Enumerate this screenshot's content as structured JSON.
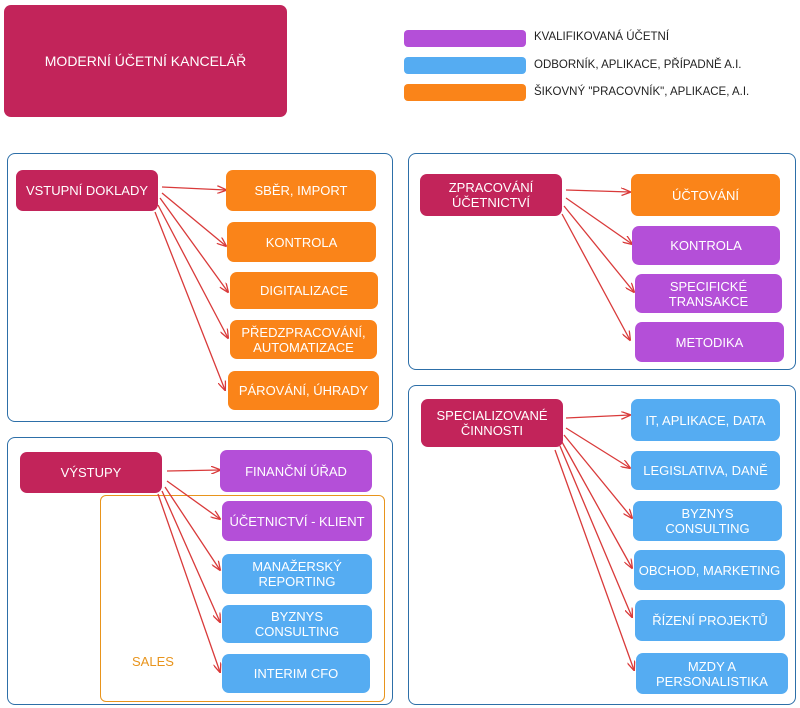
{
  "title": "MODERNÍ ÚČETNÍ KANCELÁŘ",
  "legend": [
    {
      "label": "KVALIFIKOVANÁ ÚČETNÍ",
      "color": "#b44fd8"
    },
    {
      "label": "ODBORNÍK, APLIKACE, PŘÍPADNĚ A.I.",
      "color": "#55acf2"
    },
    {
      "label": "ŠIKOVNÝ \"PRACOVNÍK\", APLIKACE, A.I.",
      "color": "#fa8419"
    }
  ],
  "colors": {
    "head": "#c2245a",
    "panel_border": "#2d6fa8",
    "arrow": "#d93a3a",
    "sales_border": "#e8941c"
  },
  "groups": {
    "vstupni": {
      "head": "VSTUPNÍ DOKLADY",
      "items": [
        "SBĚR, IMPORT",
        "KONTROLA",
        "DIGITALIZACE",
        "PŘEDZPRACOVÁNÍ,\nAUTOMATIZACE",
        "PÁROVÁNÍ, ÚHRADY"
      ]
    },
    "zpracovani": {
      "head": "ZPRACOVÁNÍ\nÚČETNICTVÍ",
      "items": [
        "ÚČTOVÁNÍ",
        "KONTROLA",
        "SPECIFICKÉ\nTRANSAKCE",
        "METODIKA"
      ]
    },
    "vystupy": {
      "head": "VÝSTUPY",
      "items": [
        "FINANČNÍ ÚŘAD",
        "ÚČETNICTVÍ - KLIENT",
        "MANAŽERSKÝ\nREPORTING",
        "BYZNYS\nCONSULTING",
        "INTERIM CFO"
      ],
      "sales_label": "SALES"
    },
    "specializovane": {
      "head": "SPECIALIZOVANÉ\nČINNOSTI",
      "items": [
        "IT, APLIKACE, DATA",
        "LEGISLATIVA, DANĚ",
        "BYZNYS\nCONSULTING",
        "OBCHOD, MARKETING",
        "ŘÍZENÍ PROJEKTŮ",
        "MZDY A\nPERSONALISTIKA"
      ]
    }
  }
}
